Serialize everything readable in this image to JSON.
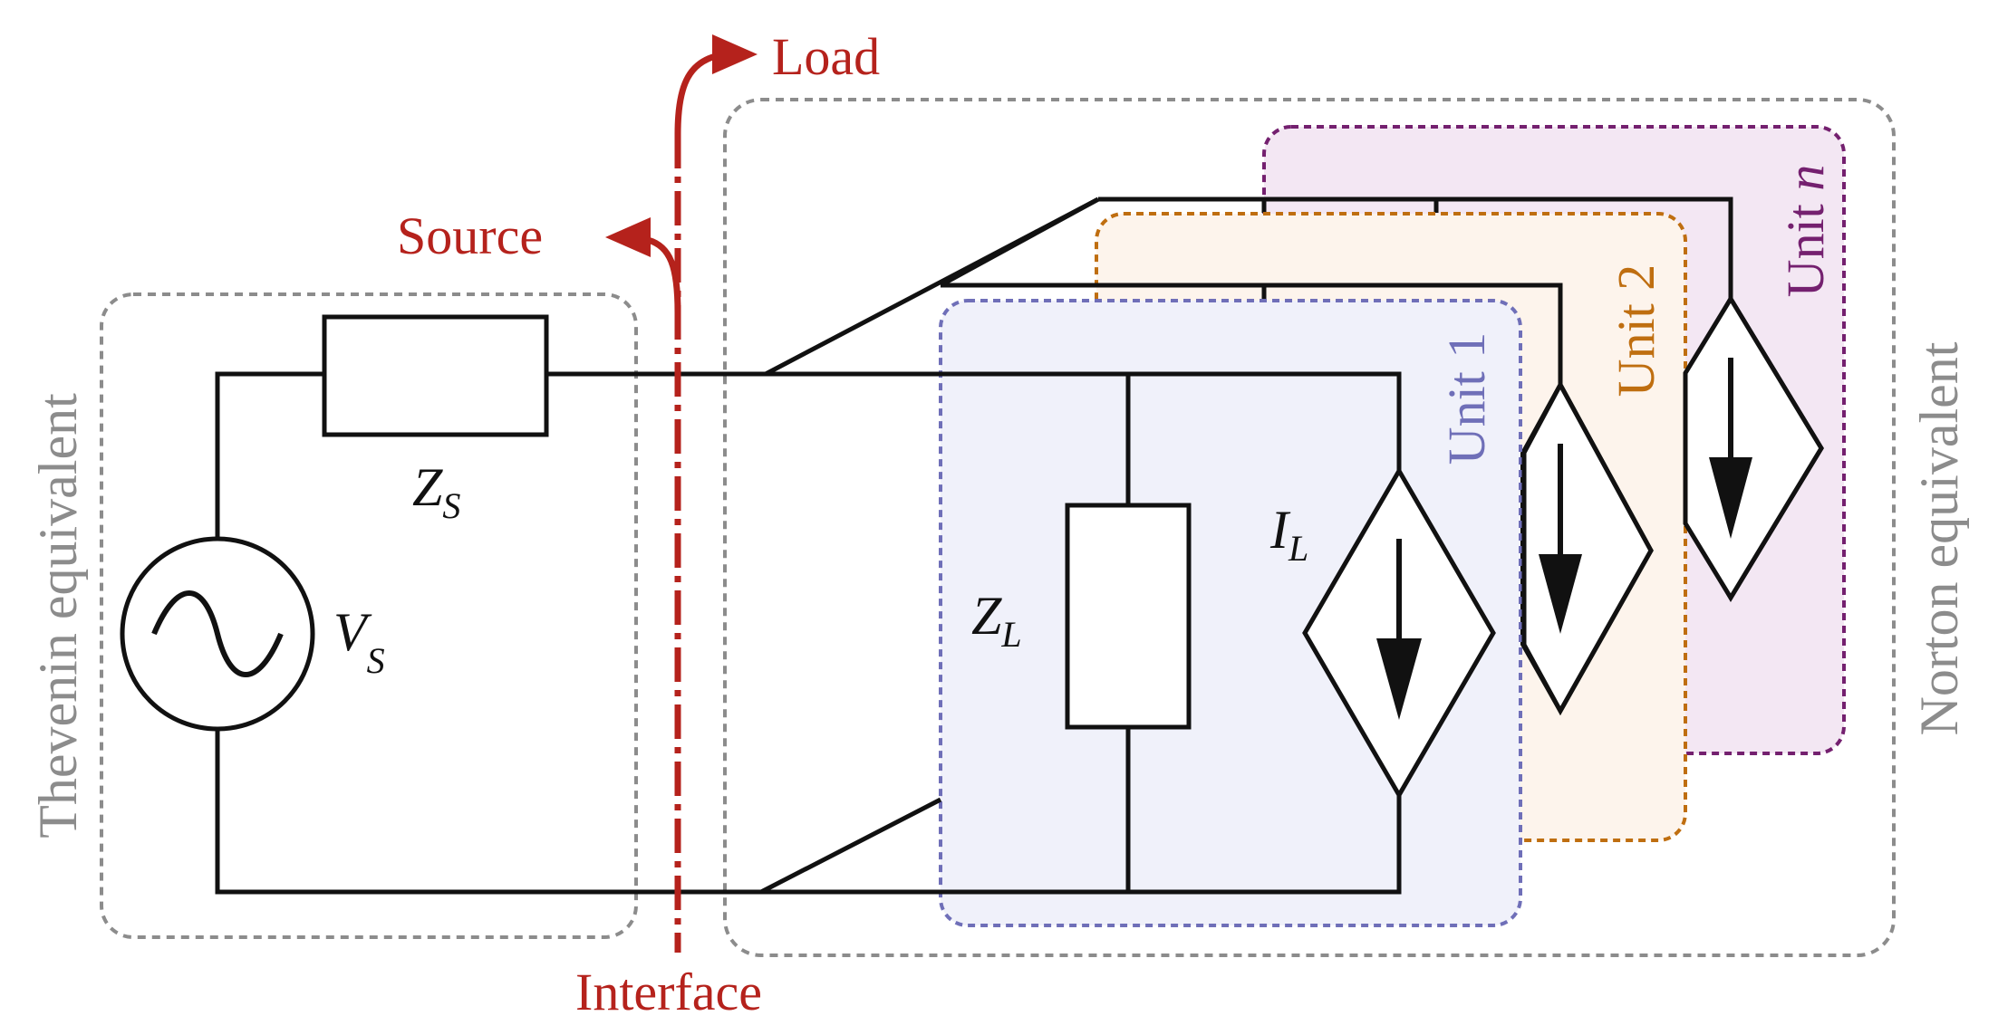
{
  "labels": {
    "load": "Load",
    "source": "Source",
    "interface": "Interface",
    "thevenin": "Thevenin equivalent",
    "norton": "Norton equivalent",
    "unit1": "Unit 1",
    "unit2": "Unit 2",
    "unitn_prefix": "Unit ",
    "unitn_var": "n",
    "zs_main": "Z",
    "zs_sub": "S",
    "vs_main": "V",
    "vs_sub": "S",
    "zl_main": "Z",
    "zl_sub": "L",
    "il_main": "I",
    "il_sub": "L"
  },
  "colors": {
    "interface": "#b5221c",
    "gray": "#8c8c8c",
    "unit1": "#6f6fb8",
    "unit1_fill": "#f0f1fa",
    "unit2": "#bf6e10",
    "unit2_fill": "#fdf4ec",
    "unitn": "#74206f",
    "unitn_fill": "#f3e7f3",
    "wire": "#111111"
  }
}
